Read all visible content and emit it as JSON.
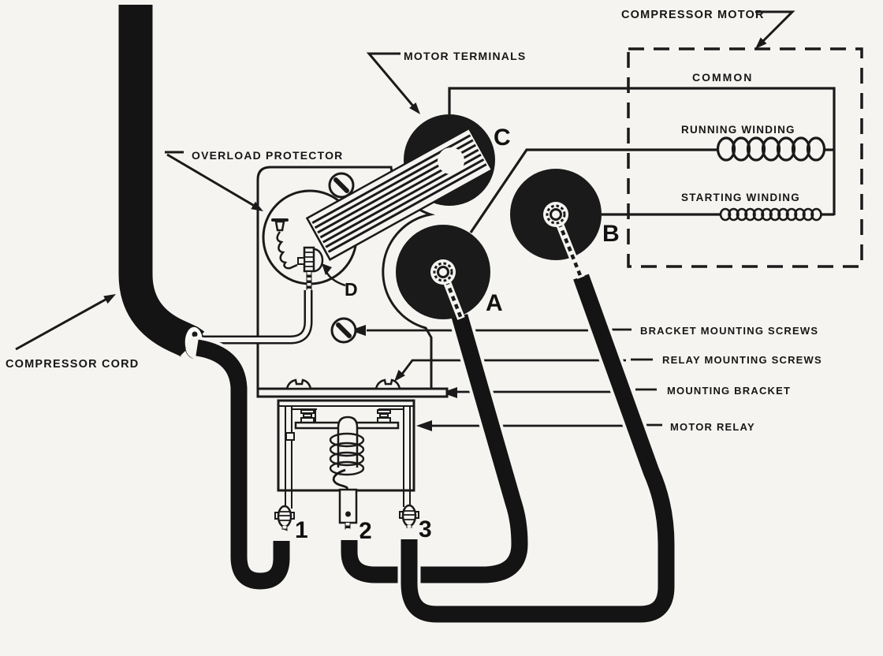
{
  "colors": {
    "paper": "#f5f4f1",
    "ink": "#1a1a1a"
  },
  "labels": {
    "compressor_motor": "COMPRESSOR MOTOR",
    "motor_terminals": "MOTOR TERMINALS",
    "overload_protector": "OVERLOAD PROTECTOR",
    "compressor_cord": "COMPRESSOR CORD",
    "bracket_mounting_screws": "BRACKET MOUNTING SCREWS",
    "relay_mounting_screws": "RELAY MOUNTING SCREWS",
    "mounting_bracket": "MOUNTING BRACKET",
    "motor_relay": "MOTOR RELAY"
  },
  "motor": {
    "common": "COMMON",
    "running_winding": "RUNNING WINDING",
    "starting_winding": "STARTING WINDING"
  },
  "terminals": {
    "a": "A",
    "b": "B",
    "c": "C",
    "d": "D"
  },
  "relay_terminals": [
    "1",
    "2",
    "3"
  ]
}
